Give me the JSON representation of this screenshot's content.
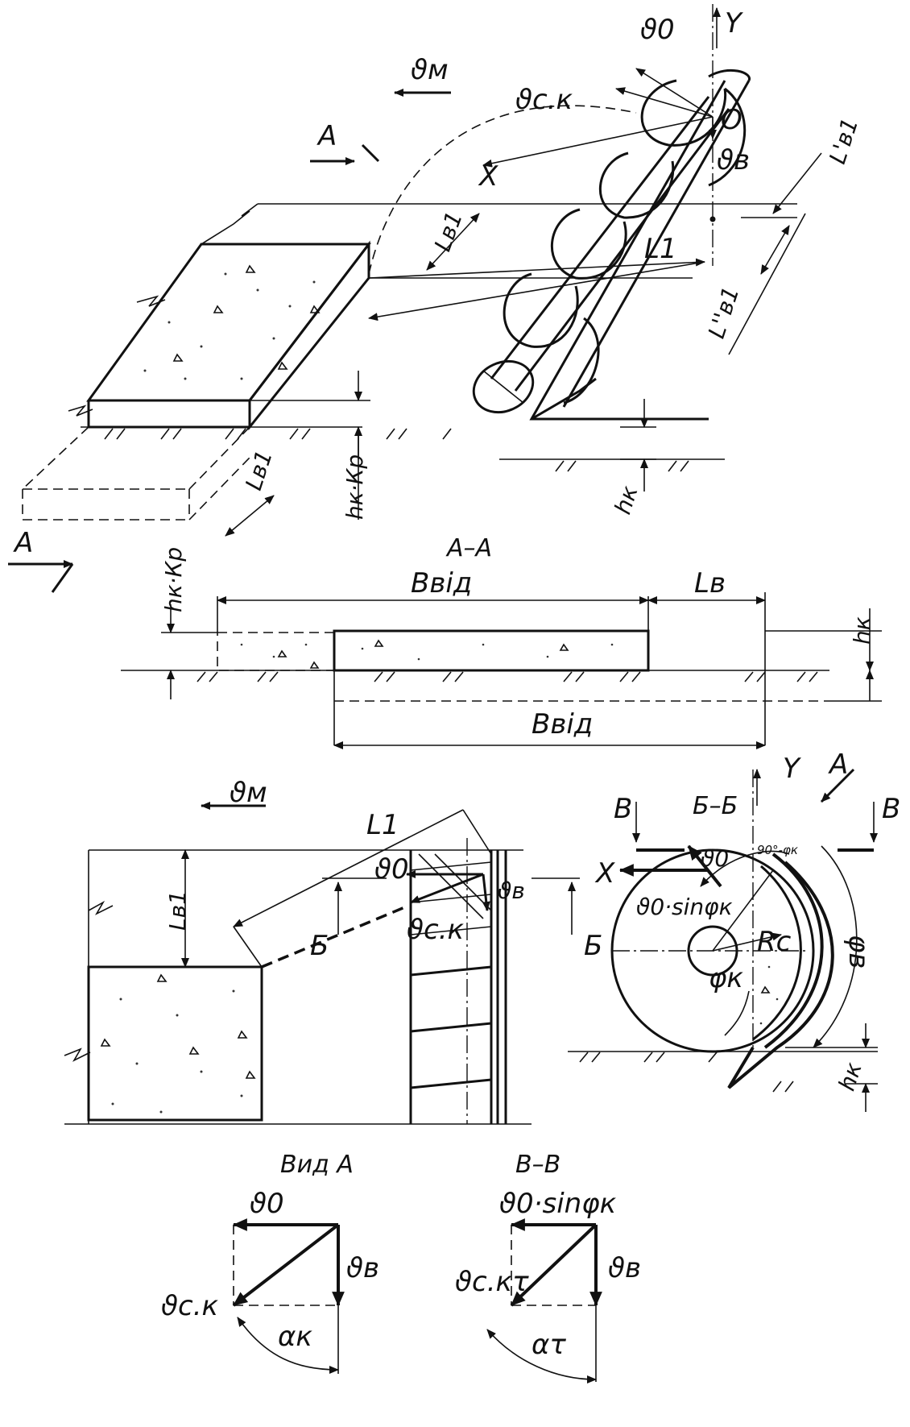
{
  "labels": {
    "v_m_top": "ϑм",
    "v_0_top": "ϑ0",
    "y_top": "Y",
    "v_ck_top": "ϑс.к",
    "o_top": "O",
    "v_v_top": "ϑв",
    "a_top": "A",
    "x_top": "X",
    "l_v1_prime": "L'в1",
    "l_v1_top": "Lв1",
    "l_1_top": "L1",
    "l_v1_dblprime": "L''в1",
    "l_v1_bottom": "Lв1",
    "h_k_kp_top": "hк·Кр",
    "h_k_top": "hк",
    "a_left": "A",
    "section_aa": "А–А",
    "h_k_kp_aa": "hк·Кр",
    "b_vid_upper": "Bвід",
    "l_v_aa": "Lв",
    "h_k_aa": "hк",
    "b_vid_lower": "Bвід",
    "v_m_mid": "ϑм",
    "l_1_mid": "L1",
    "l_v1_mid": "Lв1",
    "v_0_mid": "ϑ0",
    "v_v_mid": "ϑв",
    "b_left": "Б",
    "b_right": "Б",
    "v_ck_mid": "ϑс.к",
    "y_bb": "Y",
    "a_bb": "A",
    "v_left": "В",
    "section_bb": "Б–Б",
    "v_right": "В",
    "v_0_bb": "ϑ0",
    "angle_90": "90°-φк",
    "x_bb": "X",
    "v0_sin_bb": "ϑ0·sinφк",
    "r_c": "Rс",
    "phi_v": "φв",
    "phi_k": "φк",
    "h_k_bb": "hк",
    "view_a": "Вид А",
    "section_vv": "В–В",
    "va_v0": "ϑ0",
    "va_vv": "ϑв",
    "va_vck": "ϑс.к",
    "va_alpha": "αк",
    "vv_v0sin": "ϑ0·sinφк",
    "vv_vck": "ϑс.кτ",
    "vv_vv": "ϑв",
    "vv_alpha": "ατ"
  }
}
